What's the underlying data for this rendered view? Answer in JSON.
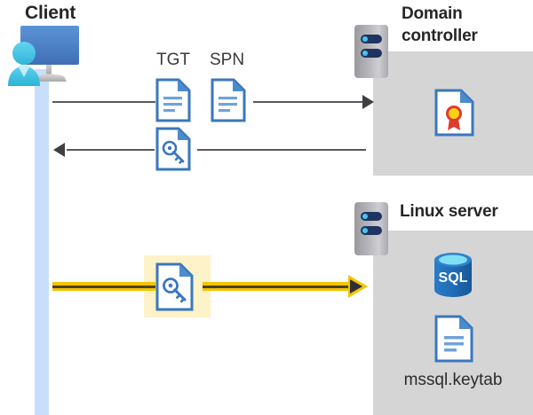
{
  "diagram": {
    "title": "Kerberos authentication flow between client, domain controller and Linux server",
    "background": "#ffffff",
    "colors": {
      "panel_gray": "#d5d5d5",
      "lifeline_blue": "#c7dffb",
      "arrow_gray": "#404044",
      "arrow_yellow": "#f5c400",
      "highlight_yellow": "#fdf2c8",
      "doc_blue": "#3a77bd",
      "sql_blue": "#1f6cb5",
      "server_navy": "#1f3461",
      "title_text": "#262626"
    }
  },
  "client": {
    "title": "Client",
    "icon": "client-computer-user-icon",
    "lifeline": "client-lifeline"
  },
  "domain_controller": {
    "title": "Domain controller",
    "server_icon": "server-icon",
    "contents": [
      {
        "icon": "certificate-document-icon",
        "label": ""
      }
    ]
  },
  "linux_server": {
    "title": "Linux server",
    "server_icon": "server-icon",
    "contents": [
      {
        "icon": "sql-database-icon",
        "label": "SQL"
      },
      {
        "icon": "keytab-document-icon",
        "label": "mssql.keytab"
      }
    ]
  },
  "flows": [
    {
      "id": "flow-tgt-spn",
      "direction": "client-to-domain-controller",
      "style": "gray-arrow",
      "labels": [
        "TGT",
        "SPN"
      ],
      "icons": [
        "document-icon",
        "document-icon"
      ]
    },
    {
      "id": "flow-service-ticket",
      "direction": "domain-controller-to-client",
      "style": "gray-arrow",
      "labels": [],
      "icons": [
        "key-document-icon"
      ]
    },
    {
      "id": "flow-keytab-auth",
      "direction": "client-to-linux-server",
      "style": "yellow-arrow",
      "labels": [],
      "icons": [
        "key-document-icon"
      ],
      "highlighted": true
    }
  ]
}
